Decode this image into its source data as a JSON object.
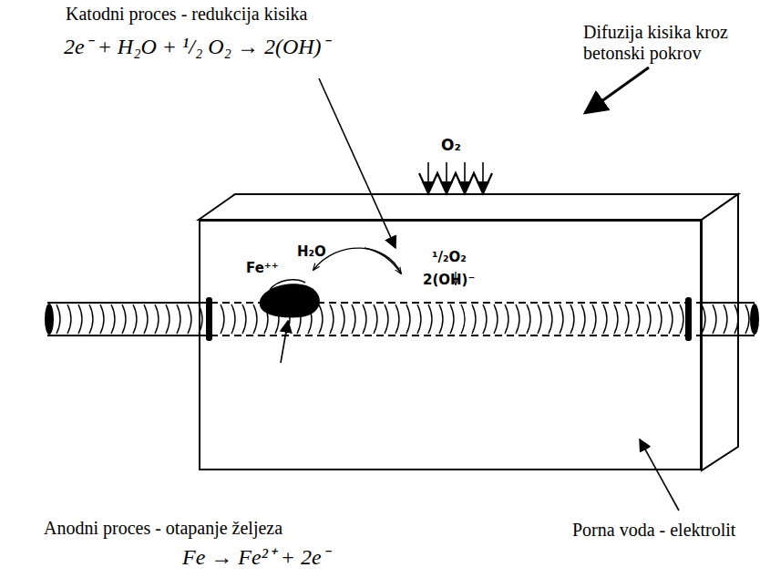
{
  "diagram": {
    "nodes": [
      {
        "text": [
          "Fe⁺⁺",
          "H₂O",
          "¹/₂O₂",
          "2(OH)⁻"
        ]
      }
    ],
    "labels": [
      "Katodni proces - redukcija kisika",
      "2e⁻ + H₂O + ¹/₂ O₂ → 2(OH)⁻",
      "Difuzija kisika kroz betonski pokrov",
      "O₂",
      "Anodni proces - otapanje željeza",
      "Fe → Fe²⁺ + 2e⁻",
      "Porna voda - elektrolit"
    ]
  }
}
